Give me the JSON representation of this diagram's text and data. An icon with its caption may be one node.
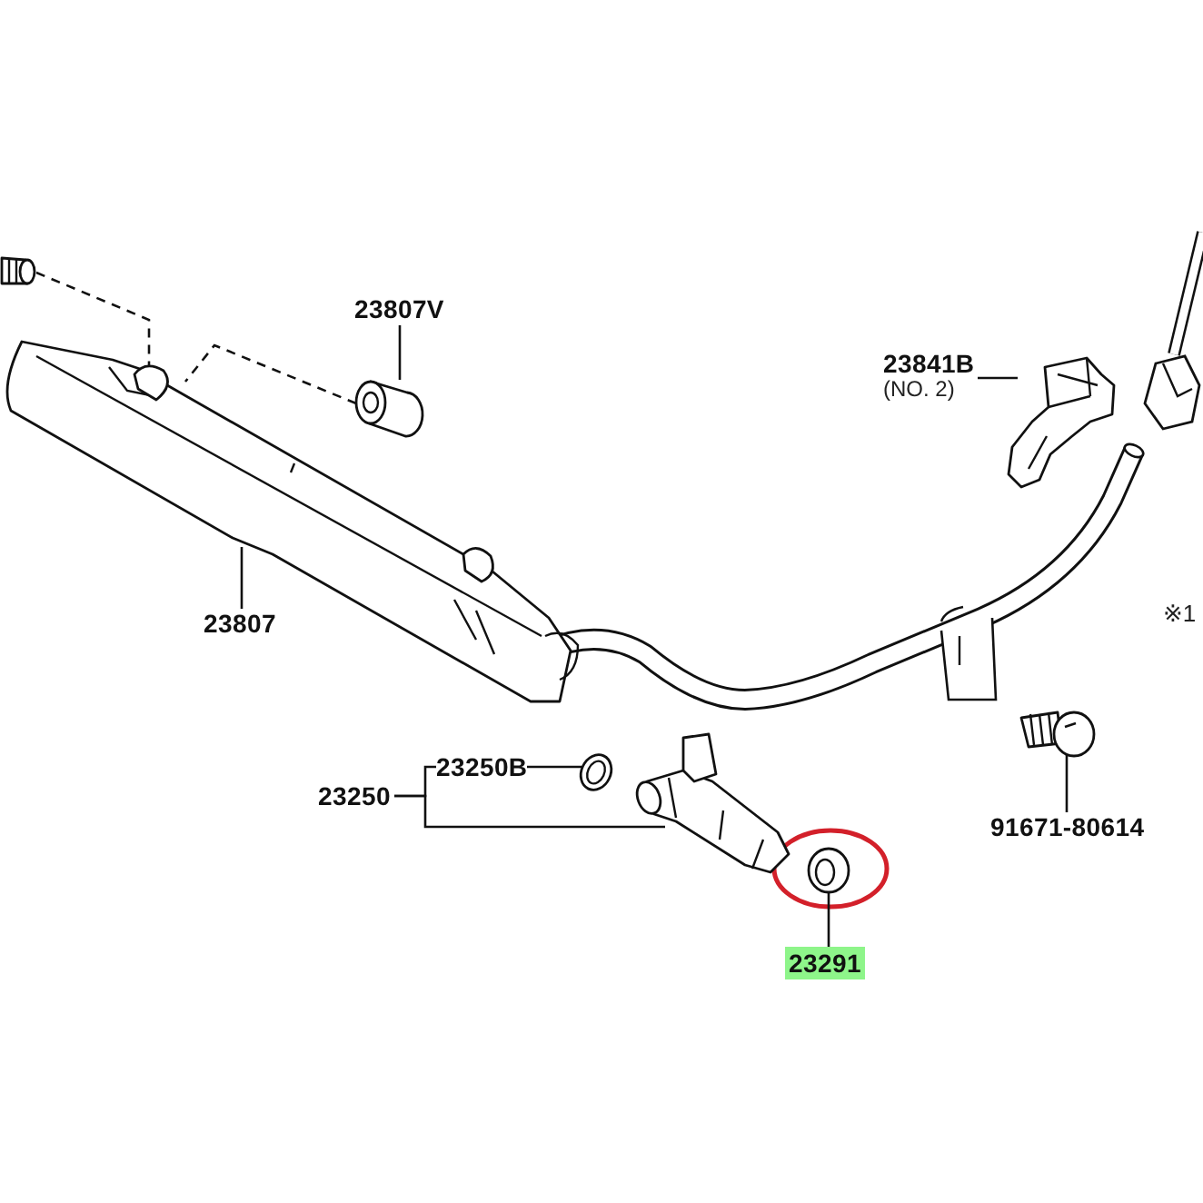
{
  "diagram": {
    "nodes": [
      {
        "text": [
          "23807V"
        ]
      },
      {
        "text": [],
        "shape": "picture"
      },
      {
        "text": [
          "23807"
        ]
      },
      {
        "text": [],
        "shape": "picture"
      },
      {
        "text": [
          "23841B",
          "(NO. 2)"
        ]
      },
      {
        "text": [],
        "shape": "picture"
      },
      {
        "text": [
          "23250"
        ]
      },
      {
        "text": [
          "23250B"
        ]
      },
      {
        "text": [],
        "shape": "picture"
      },
      {
        "text": [],
        "shape": "picture"
      },
      {
        "text": [
          "23291"
        ]
      },
      {
        "text": [],
        "shape": "picture"
      },
      {
        "text": [
          "91671-80614"
        ]
      },
      {
        "text": [],
        "shape": "picture"
      },
      {
        "text": [],
        "shape": "picture"
      }
    ],
    "edges": [
      {
        "from": 0,
        "to": 1,
        "arrow": "none"
      },
      {
        "from": 14,
        "to": 3,
        "arrow": "none",
        "style": "dashed"
      },
      {
        "from": 1,
        "to": 3,
        "arrow": "none",
        "style": "dashed"
      },
      {
        "from": 2,
        "to": 3,
        "arrow": "none"
      },
      {
        "from": 4,
        "to": 5,
        "arrow": "none"
      },
      {
        "from": 6,
        "to": 7,
        "arrow": "none"
      },
      {
        "from": 6,
        "to": 9,
        "arrow": "none"
      },
      {
        "from": 7,
        "to": 8,
        "arrow": "none"
      },
      {
        "from": 10,
        "to": 11,
        "arrow": "none"
      },
      {
        "from": 12,
        "to": 13,
        "arrow": "none"
      }
    ],
    "labels": [
      "※1"
    ]
  }
}
